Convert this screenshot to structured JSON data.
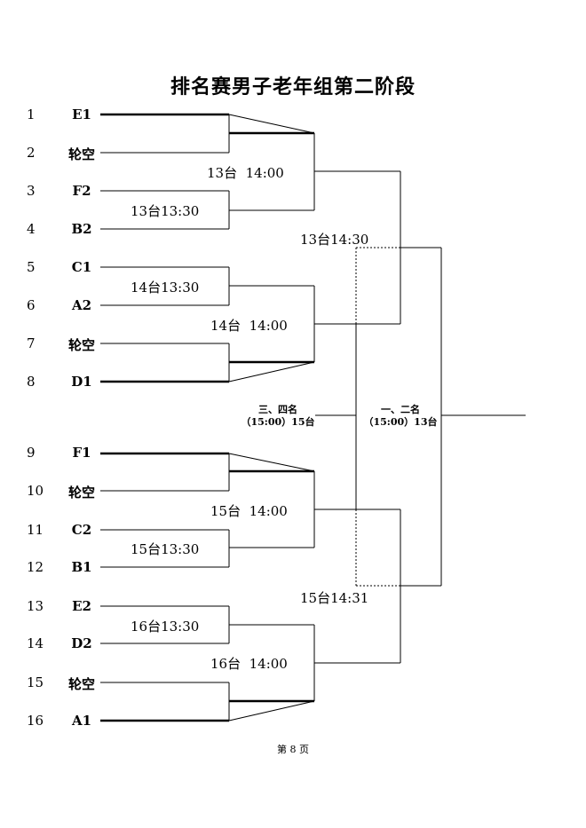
{
  "title": "排名赛男子老年组第二阶段",
  "seeds": [
    "1",
    "2",
    "3",
    "4",
    "5",
    "6",
    "7",
    "8",
    "9",
    "10",
    "11",
    "12",
    "13",
    "14",
    "15",
    "16"
  ],
  "teams": [
    "E1",
    "轮空",
    "F2",
    "B2",
    "C1",
    "A2",
    "轮空",
    "D1",
    "F1",
    "轮空",
    "C2",
    "B1",
    "E2",
    "D2",
    "轮空",
    "A1"
  ],
  "round1_labels": [
    "13台13:30",
    "14台13:30",
    "15台13:30",
    "16台13:30"
  ],
  "round2_labels": [
    "13台  14:00",
    "14台  14:00",
    "15台  14:00",
    "16台  14:00"
  ],
  "semifinal_labels": [
    "13台14:30",
    "15台14:31"
  ],
  "third_place": {
    "line1": "三、四名",
    "line2": "（15:00）15台"
  },
  "final": {
    "line1": "一、二名",
    "line2": "（15:00）13台"
  },
  "footer": "第 8 页"
}
